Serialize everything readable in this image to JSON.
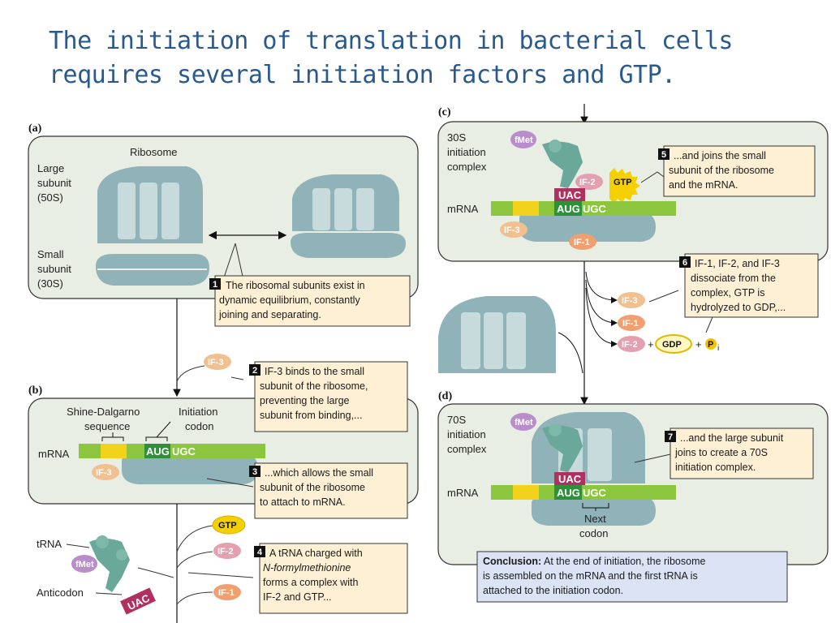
{
  "title": {
    "line1": "The initiation of translation in bacterial cells",
    "line2": "requires several initiation factors and GTP."
  },
  "panels": {
    "a": {
      "letter": "(a)",
      "ribosome": "Ribosome",
      "large1": "Large",
      "large2": "subunit",
      "large3": "(50S)",
      "small1": "Small",
      "small2": "subunit",
      "small3": "(30S)",
      "step_num": "1",
      "step1": "The ribosomal subunits exist in",
      "step2": "dynamic equilibrium, constantly",
      "step3": "joining and separating."
    },
    "b": {
      "letter": "(b)",
      "shine1": "Shine-Dalgarno",
      "shine2": "sequence",
      "init1": "Initiation",
      "init2": "codon",
      "mrna": "mRNA",
      "codon_aug": "AUG",
      "codon_ugc": "UGC",
      "if3": "IF-3",
      "step2_num": "2",
      "step2_1": "IF-3 binds to the small",
      "step2_2": "subunit of the ribosome,",
      "step2_3": "preventing the large",
      "step2_4": "subunit from binding,...",
      "step3_num": "3",
      "step3_1": "...which allows the small",
      "step3_2": "subunit of the ribosome",
      "step3_3": "to attach to mRNA."
    },
    "trna": {
      "trna": "tRNA",
      "anticodon": "Anticodon",
      "uac": "UAC",
      "fmet": "fMet",
      "gtp": "GTP",
      "if2": "IF-2",
      "if1": "IF-1",
      "step4_num": "4",
      "step4_1": "A tRNA charged with",
      "step4_2": "N-formylmethionine",
      "step4_3": "forms a complex with",
      "step4_4": "IF-2 and GTP..."
    },
    "c": {
      "letter": "(c)",
      "c1": "30S",
      "c2": "initiation",
      "c3": "complex",
      "fmet": "fMet",
      "if2": "IF-2",
      "gtp": "GTP",
      "uac": "UAC",
      "mrna": "mRNA",
      "aug": "AUG",
      "ugc": "UGC",
      "if3": "IF-3",
      "if1": "IF-1",
      "step5_num": "5",
      "step5_1": "...and joins the small",
      "step5_2": "subunit of the ribosome",
      "step5_3": "and the mRNA.",
      "step6_num": "6",
      "step6_1": "IF-1, IF-2, and IF-3",
      "step6_2": "dissociate from the",
      "step6_3": "complex, GTP is",
      "step6_4": "hydrolyzed to GDP,...",
      "r_if3": "IF-3",
      "r_if1": "IF-1",
      "r_if2": "IF-2",
      "plus1": "+",
      "gdp": "GDP",
      "plus2": "+",
      "pi": "P",
      "pi_sub": "i"
    },
    "d": {
      "letter": "(d)",
      "d1": "70S",
      "d2": "initiation",
      "d3": "complex",
      "fmet": "fMet",
      "uac": "UAC",
      "mrna": "mRNA",
      "aug": "AUG",
      "ugc": "UGC",
      "next1": "Next",
      "next2": "codon",
      "step7_num": "7",
      "step7_1": "...and the large subunit",
      "step7_2": "joins to create a 70S",
      "step7_3": "initiation complex.",
      "concl_bold": "Conclusion:",
      "concl_1": " At the end of initiation, the ribosome",
      "concl_2": "is assembled on the mRNA and the first tRNA is",
      "concl_3": "attached to the initiation codon."
    }
  },
  "colors": {
    "title": "#2a5a8c",
    "panel_bg": "#e9eee4",
    "ribosome": "#8fb3b8",
    "mrna": "#8cc63f",
    "shine": "#f2d21b",
    "aug": "#2f8f3a",
    "if_factor": "#f0a070",
    "if2": "#e2a0b0",
    "codon_box": "#b03060",
    "gtp": "#f5d000"
  }
}
